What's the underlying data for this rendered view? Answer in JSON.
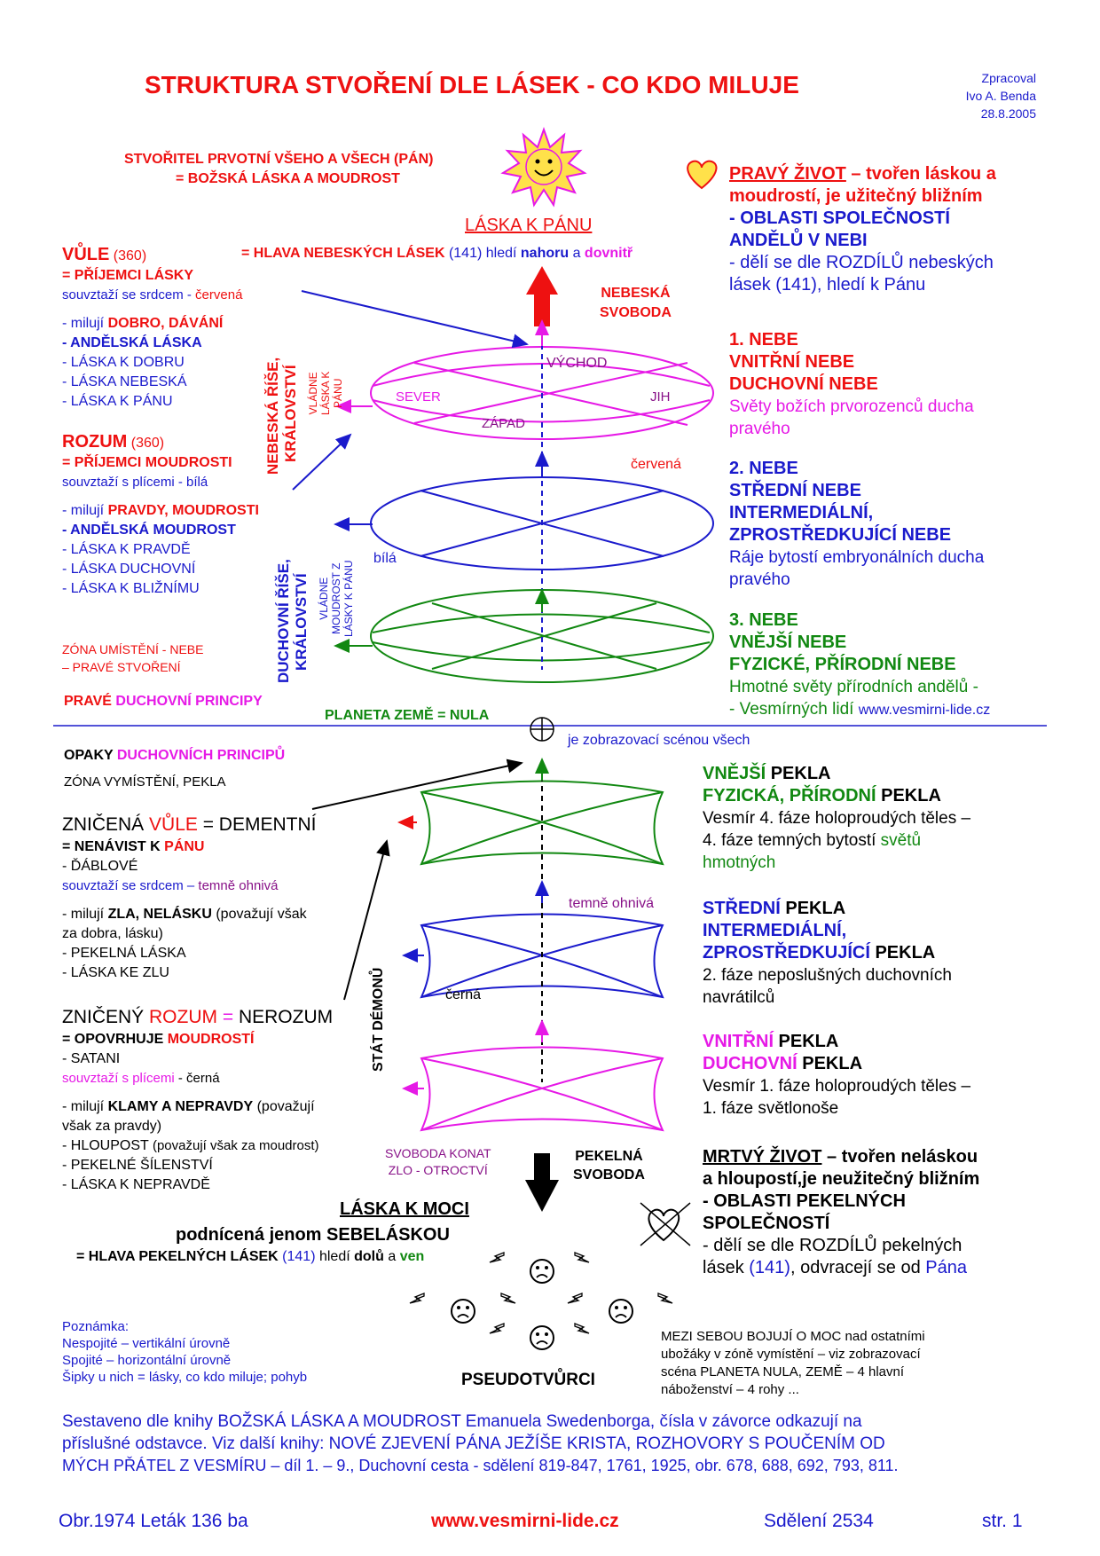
{
  "title": "STRUKTURA STVOŘENÍ DLE LÁSEK - CO KDO MILUJE",
  "author": {
    "line1": "Zpracoval",
    "line2": "Ivo A. Benda",
    "line3": "28.8.2005"
  },
  "creator": {
    "line1": "STVOŘITEL PRVOTNÍ VŠEHO A VŠECH (PÁN)",
    "line2": "= BOŽSKÁ LÁSKA A MOUDROST"
  },
  "love_lord": {
    "title": "LÁSKA K PÁNU",
    "head_a": "= HLAVA NEBESKÝCH  LÁSEK ",
    "head_num": "(141)",
    "head_b": " hledí ",
    "head_c": "nahoru",
    "head_d": " a ",
    "head_e": "dovnitř"
  },
  "heavenly_freedom": {
    "line1": "NEBESKÁ",
    "line2": "SVOBODA"
  },
  "will": {
    "title": "VŮLE",
    "num": " (360)",
    "recipients": "= PŘÍJEMCI LÁSKY",
    "relates_a": "souvztaží se srdcem - ",
    "relates_b": "červená",
    "l1_a": "- milují ",
    "l1_b": "DOBRO, DÁVÁNÍ",
    "l2": "- ANDĚLSKÁ LÁSKA",
    "l3": "- LÁSKA K DOBRU",
    "l4": "- LÁSKA NEBESKÁ",
    "l5": "- LÁSKA K PÁNU"
  },
  "reason": {
    "title": "ROZUM",
    "num": " (360)",
    "recipients": "= PŘÍJEMCI MOUDROSTI",
    "relates": "souvztaží s plícemi - bílá",
    "l1_a": "- milují ",
    "l1_b": "PRAVDY, MOUDROSTI",
    "l2": "- ANDĚLSKÁ MOUDROST",
    "l3": "- LÁSKA K PRAVDĚ",
    "l4": "- LÁSKA DUCHOVNÍ",
    "l5": "- LÁSKA K BLIŽNÍMU"
  },
  "zone_heaven": {
    "line1": "ZÓNA UMÍSTĚNÍ - NEBE",
    "line2": "– PRAVÉ STVOŘENÍ"
  },
  "true_principles": {
    "a": "PRAVÉ ",
    "b": "DUCHOVNÍ PRINCIPY"
  },
  "realm_heaven": {
    "line1": "NEBESKÁ ŘÍŠE,",
    "line2": "KRÁLOVSTVÍ",
    "rules1": "VLÁDNE",
    "rules2": "LÁSKA K",
    "rules3": "PÁNU"
  },
  "realm_spirit": {
    "line1": "DUCHOVNÍ ŘÍŠE,",
    "line2": "KRÁLOVSTVÍ",
    "rules1": "VLÁDNE",
    "rules2": "MOUDROST Z",
    "rules3": "LÁSKY K PÁNU"
  },
  "directions": {
    "east": "VÝCHOD",
    "north": "SEVER",
    "south": "JIH",
    "west": "ZÁPAD"
  },
  "colors_words": {
    "red": "červená",
    "white": "bílá",
    "fiery": "temně ohnivá",
    "black": "černá"
  },
  "true_life": {
    "a": "PRAVÝ ŽIVOT",
    "b": " – tvořen láskou a",
    "c": "moudrostí, je užitečný bližním",
    "d": "- OBLASTI SPOLEČNOSTÍ",
    "e": "ANDĚLŮ V NEBI",
    "f": "- dělí se dle ROZDÍLŮ nebeských",
    "g": "lásek (141), hledí k Pánu"
  },
  "heaven1": {
    "a": "1. NEBE",
    "b": "VNITŘNÍ NEBE",
    "c": "DUCHOVNÍ NEBE",
    "d": "Světy božích prvorozenců ducha",
    "e": "pravého"
  },
  "heaven2": {
    "a": "2. NEBE",
    "b": "STŘEDNÍ NEBE",
    "c": "INTERMEDIÁLNÍ,",
    "d": "ZPROSTŘEDKUJÍCÍ NEBE",
    "e": "Ráje bytostí embryonálních ducha",
    "f": "pravého"
  },
  "heaven3": {
    "a": "3. NEBE",
    "b": "VNĚJŠÍ NEBE",
    "c": "FYZICKÉ, PŘÍRODNÍ NEBE",
    "d": "Hmotné světy přírodních andělů -",
    "e": "- Vesmírných lidí ",
    "f": "www.vesmirni-lide.cz"
  },
  "planet": {
    "label": "PLANETA ZEMĚ = NULA",
    "note": "je zobrazovací scénou všech"
  },
  "opposites": {
    "a": "OPAKY ",
    "b": "DUCHOVNÍCH PRINCIPŮ",
    "zone": "ZÓNA VYMÍSTĚNÍ, PEKLA"
  },
  "ruined_will": {
    "a": "ZNIČENÁ ",
    "b": "VŮLE",
    "c": " = DEMENTNÍ",
    "hate_a": "= NENÁVIST K ",
    "hate_b": "PÁNU",
    "devil": "- ĎÁBLOVÉ",
    "relates_a": "souvztaží se srdcem – ",
    "relates_b": "temně ohnivá",
    "l1_a": "- milují ",
    "l1_b": "ZLA, NELÁSKU",
    "l1_c": " (považují však",
    "l2": "za dobra, lásku)",
    "l3": "- PEKELNÁ LÁSKA",
    "l4": "- LÁSKA KE ZLU"
  },
  "ruined_reason": {
    "a": "ZNIČENÝ ",
    "b": "ROZUM",
    "c": " = ",
    "d": "NEROZUM",
    "rej_a": "= OPOVRHUJE ",
    "rej_b": "MOUDROSTÍ",
    "satan": "- SATANI",
    "relates_a": "souvztaží s plícemi",
    "relates_b": " - černá",
    "l1_a": "- milují ",
    "l1_b": "KLAMY A NEPRAVDY",
    "l1_c": " (považují",
    "l2": "však za pravdy)",
    "l3_a": "- HLOUPOST ",
    "l3_b": "(považují však za moudrost)",
    "l4": "- PEKELNÉ ŠÍLENSTVÍ",
    "l5": "- LÁSKA K NEPRAVDĚ"
  },
  "demon_state": "STÁT DÉMONŮ",
  "freedom_evil": {
    "line1": "SVOBODA KONAT",
    "line2": "ZLO - OTROCTVÍ"
  },
  "hell_freedom": {
    "line1": "PEKELNÁ",
    "line2": "SVOBODA"
  },
  "hell_outer": {
    "a": "VNĚJŠÍ",
    "b": " PEKLA",
    "c": "FYZICKÁ, PŘÍRODNÍ",
    "d": " PEKLA",
    "e": "Vesmír 4. fáze holoproudých těles –",
    "f": "4. fáze temných bytostí ",
    "g": "světů",
    "h": "hmotných"
  },
  "hell_middle": {
    "a": "STŘEDNÍ",
    "b": " PEKLA",
    "c": "INTERMEDIÁLNÍ,",
    "d": "ZPROSTŘEDKUJÍCÍ",
    "e": " PEKLA",
    "f": "2. fáze neposlušných duchovních",
    "g": "navrátilců"
  },
  "hell_inner": {
    "a": "VNITŘNÍ",
    "b": " PEKLA",
    "c": "DUCHOVNÍ",
    "d": " PEKLA",
    "e": "Vesmír 1. fáze holoproudých těles –",
    "f": "1. fáze světlonoše"
  },
  "love_power": {
    "title": "LÁSKA K MOCI",
    "sub": "podnícená jenom SEBELÁSKOU",
    "head_a": "= HLAVA PEKELNÝCH LÁSEK ",
    "head_num": "(141)",
    "head_b": " hledí ",
    "head_c": "dolů",
    "head_d": " a ",
    "head_e": "ven"
  },
  "dead_life": {
    "a": "MRTVÝ ŽIVOT",
    "b": " – tvořen neláskou",
    "c": "a hloupostí,je neužitečný bližním",
    "d": "- OBLASTI PEKELNÝCH",
    "e": "SPOLEČNOSTÍ",
    "f": "- dělí se dle ROZDÍLŮ pekelných",
    "g": "lásek ",
    "h": "(141)",
    "i": ", odvracejí se od ",
    "j": "Pána"
  },
  "note": {
    "title": "Poznámka:",
    "l1": "Nespojité – vertikální úrovně",
    "l2": "Spojité – horizontální úrovně",
    "l3": "Šipky u nich = lásky, co kdo miluje; pohyb"
  },
  "pseudo": "PSEUDOTVŮRCI",
  "fight": {
    "l1": "MEZI SEBOU BOJUJÍ O MOC nad ostatními",
    "l2": "ubožáky v zóně vymístění – viz zobrazovací",
    "l3": "scéna PLANETA NULA, ZEMĚ – 4 hlavní",
    "l4": "náboženství – 4 rohy ..."
  },
  "source": {
    "l1": "Sestaveno dle knihy BOŽSKÁ LÁSKA A MOUDROST Emanuela Swedenborga, čísla v závorce odkazují na",
    "l2": "příslušné odstavce. Viz další knihy: NOVÉ ZJEVENÍ PÁNA JEŽÍŠE KRISTA, ROZHOVORY S POUČENÍM OD",
    "l3": "MÝCH PŘÁTEL Z VESMÍRU – díl 1. – 9., Duchovní cesta - sdělení 819-847, 1761, 1925, obr. 678, 688, 692, 793, 811."
  },
  "footer": {
    "fig": "Obr.1974  Leták 136 ba",
    "url": "www.vesmirni-lide.cz",
    "msg": "Sdělení 2534",
    "page": "str. 1"
  },
  "colors": {
    "red": "#ee1111",
    "blue": "#1a1acc",
    "magenta": "#e619e6",
    "green": "#118811",
    "purple": "#881188"
  },
  "icons": [
    "sun-icon",
    "heart-icon",
    "broken-heart-icon",
    "sad-face-icon",
    "lightning-icon",
    "planet-cross-icon"
  ]
}
